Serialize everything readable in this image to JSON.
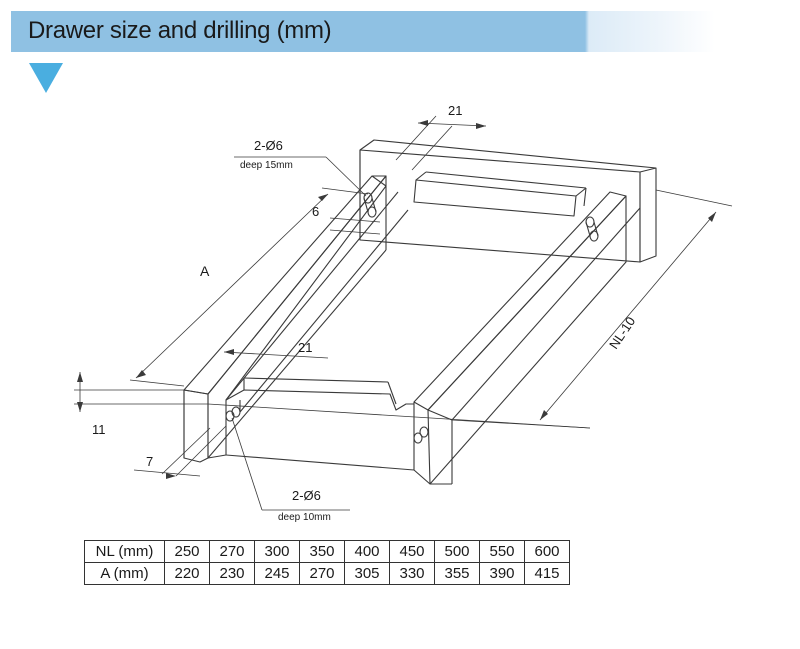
{
  "header": {
    "title": "Drawer size and drilling (mm)"
  },
  "icons": {
    "marker": "triangle-down-icon"
  },
  "colors": {
    "header_band": "#8fc1e3",
    "marker": "#4aaee0",
    "line": "#3a3a3a"
  },
  "diagram": {
    "dim_21_top": "21",
    "hole_top_label": "2-Ø6",
    "hole_top_depth": "deep 15mm",
    "dim_6": "6",
    "dim_A": "A",
    "dim_21_front": "21",
    "dim_11": "11",
    "dim_7": "7",
    "hole_bottom_label": "2-Ø6",
    "hole_bottom_depth": "deep 10mm",
    "dim_NL": "NL-10"
  },
  "table": {
    "row_nl": {
      "label": "NL (mm)",
      "values": [
        "250",
        "270",
        "300",
        "350",
        "400",
        "450",
        "500",
        "550",
        "600"
      ]
    },
    "row_a": {
      "label": "A (mm)",
      "values": [
        "220",
        "230",
        "245",
        "270",
        "305",
        "330",
        "355",
        "390",
        "415"
      ]
    }
  }
}
